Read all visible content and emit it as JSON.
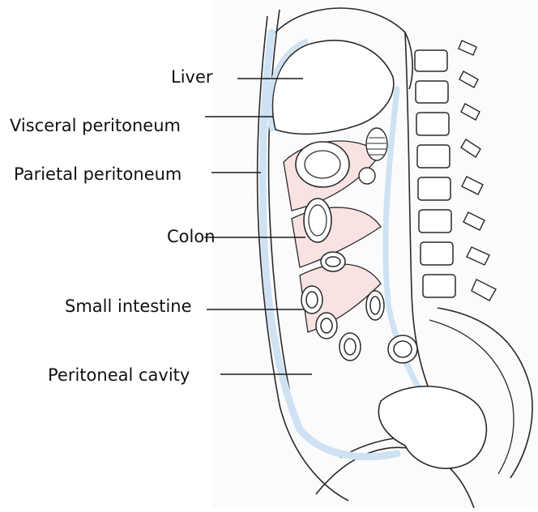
{
  "diagram": {
    "labels": {
      "liver": "Liver",
      "visceral_peritoneum": "Visceral peritoneum",
      "parietal_peritoneum": "Parietal peritoneum",
      "colon": "Colon",
      "small_intestine": "Small intestine",
      "peritoneal_cavity": "Peritoneal cavity"
    },
    "colors": {
      "outline": "#2a2a2a",
      "peritoneum_blue": "#cfe2f3",
      "peritoneum_pink": "#f6d3d3"
    }
  }
}
